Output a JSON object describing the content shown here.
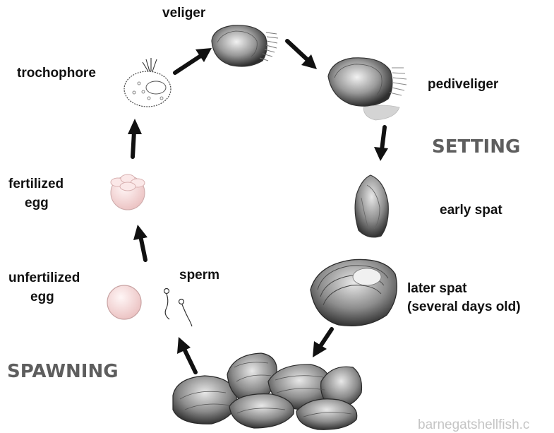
{
  "labels": {
    "veliger": "veliger",
    "trochophore": "trochophore",
    "pediveliger": "pediveliger",
    "setting": "SETTING",
    "fertilized_egg_line1": "fertilized",
    "fertilized_egg_line2": "egg",
    "early_spat": "early spat",
    "unfertilized_egg_line1": "unfertilized",
    "unfertilized_egg_line2": "egg",
    "sperm": "sperm",
    "later_spat_line1": "later spat",
    "later_spat_line2": "(several days old)",
    "spawning": "SPAWNING"
  },
  "watermark": "barnegatshellfish.c",
  "colors": {
    "text": "#111111",
    "stage_title": "#5e5e5e",
    "arrow": "#111111",
    "shell_dark": "#3a3a3a",
    "shell_light": "#d9d9d9",
    "egg_fill": "#f3d6d6",
    "watermark": "#c4c4c4"
  }
}
